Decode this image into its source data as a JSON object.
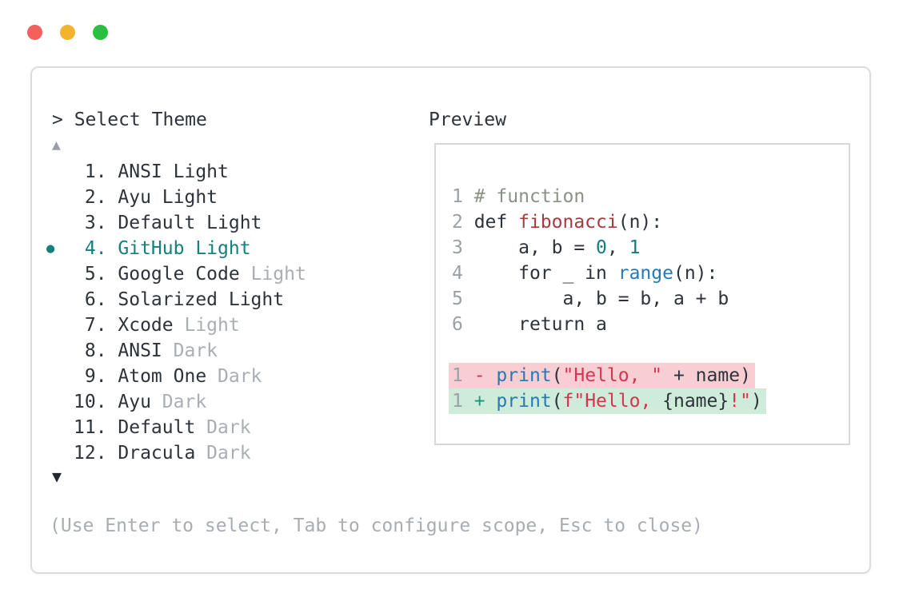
{
  "window_controls": {
    "buttons": [
      {
        "name": "close",
        "color": "#f4605c"
      },
      {
        "name": "minimize",
        "color": "#f3b42d"
      },
      {
        "name": "maximize",
        "color": "#2ac03f"
      }
    ]
  },
  "picker": {
    "title": "> Select Theme",
    "scroll_up_indicator": "▲",
    "scroll_down_indicator": "▼",
    "selected_indicator": "●",
    "items": [
      {
        "num": " 1.",
        "name": "ANSI Light",
        "muted": "",
        "selected": false
      },
      {
        "num": " 2.",
        "name": "Ayu Light",
        "muted": "",
        "selected": false
      },
      {
        "num": " 3.",
        "name": "Default Light",
        "muted": "",
        "selected": false
      },
      {
        "num": " 4.",
        "name": "GitHub Light",
        "muted": "",
        "selected": true
      },
      {
        "num": " 5.",
        "name": "Google Code ",
        "muted": "Light",
        "selected": false
      },
      {
        "num": " 6.",
        "name": "Solarized Light",
        "muted": "",
        "selected": false
      },
      {
        "num": " 7.",
        "name": "Xcode ",
        "muted": "Light",
        "selected": false
      },
      {
        "num": " 8.",
        "name": "ANSI ",
        "muted": "Dark",
        "selected": false
      },
      {
        "num": " 9.",
        "name": "Atom One ",
        "muted": "Dark",
        "selected": false
      },
      {
        "num": "10.",
        "name": "Ayu ",
        "muted": "Dark",
        "selected": false
      },
      {
        "num": "11.",
        "name": "Default ",
        "muted": "Dark",
        "selected": false
      },
      {
        "num": "12.",
        "name": "Dracula ",
        "muted": "Dark",
        "selected": false
      }
    ],
    "hint": "(Use Enter to select, Tab to configure scope, Esc to close)"
  },
  "preview": {
    "label": "Preview",
    "code_lines": [
      {
        "bg": "",
        "tokens": [
          {
            "t": "1 ",
            "c": "ln"
          },
          {
            "t": "# function",
            "c": "cmt"
          }
        ]
      },
      {
        "bg": "",
        "tokens": [
          {
            "t": "2 ",
            "c": "ln"
          },
          {
            "t": "def ",
            "c": "pln"
          },
          {
            "t": "fibonacci",
            "c": "fn"
          },
          {
            "t": "(n):",
            "c": "pln"
          }
        ]
      },
      {
        "bg": "",
        "tokens": [
          {
            "t": "3 ",
            "c": "ln"
          },
          {
            "t": "    a, b = ",
            "c": "pln"
          },
          {
            "t": "0",
            "c": "num"
          },
          {
            "t": ", ",
            "c": "pln"
          },
          {
            "t": "1",
            "c": "num"
          }
        ]
      },
      {
        "bg": "",
        "tokens": [
          {
            "t": "4 ",
            "c": "ln"
          },
          {
            "t": "    for _ in ",
            "c": "pln"
          },
          {
            "t": "range",
            "c": "call"
          },
          {
            "t": "(n):",
            "c": "pln"
          }
        ]
      },
      {
        "bg": "",
        "tokens": [
          {
            "t": "5 ",
            "c": "ln"
          },
          {
            "t": "        a, b = b, a + b",
            "c": "pln"
          }
        ]
      },
      {
        "bg": "",
        "tokens": [
          {
            "t": "6 ",
            "c": "ln"
          },
          {
            "t": "    return a",
            "c": "pln"
          }
        ]
      },
      {
        "bg": "",
        "tokens": []
      },
      {
        "bg": "removed",
        "tokens": [
          {
            "t": "1 ",
            "c": "ln"
          },
          {
            "t": "- ",
            "c": "del"
          },
          {
            "t": "print",
            "c": "call"
          },
          {
            "t": "(",
            "c": "pln"
          },
          {
            "t": "\"Hello, \"",
            "c": "str"
          },
          {
            "t": " + name)",
            "c": "pln"
          }
        ]
      },
      {
        "bg": "added",
        "tokens": [
          {
            "t": "1 ",
            "c": "ln"
          },
          {
            "t": "+ ",
            "c": "ins"
          },
          {
            "t": "print",
            "c": "call"
          },
          {
            "t": "(",
            "c": "pln"
          },
          {
            "t": "f\"Hello, ",
            "c": "str"
          },
          {
            "t": "{name}",
            "c": "pln"
          },
          {
            "t": "!\"",
            "c": "str"
          },
          {
            "t": ")",
            "c": "pln"
          }
        ]
      }
    ]
  },
  "palette": {
    "text_dark": "#2d333a",
    "text_muted": "#a9aeb4",
    "selection_teal": "#13807b",
    "comment": "#8a9186",
    "line_number": "#9aa0a6",
    "function_red": "#a83a3e",
    "call_blue": "#2679b5",
    "number_teal": "#117d80",
    "string_crimson": "#d7344f",
    "diff_removed_bg": "#f8ced4",
    "diff_added_bg": "#cfecdb",
    "window_border": "#dcdcdc"
  }
}
